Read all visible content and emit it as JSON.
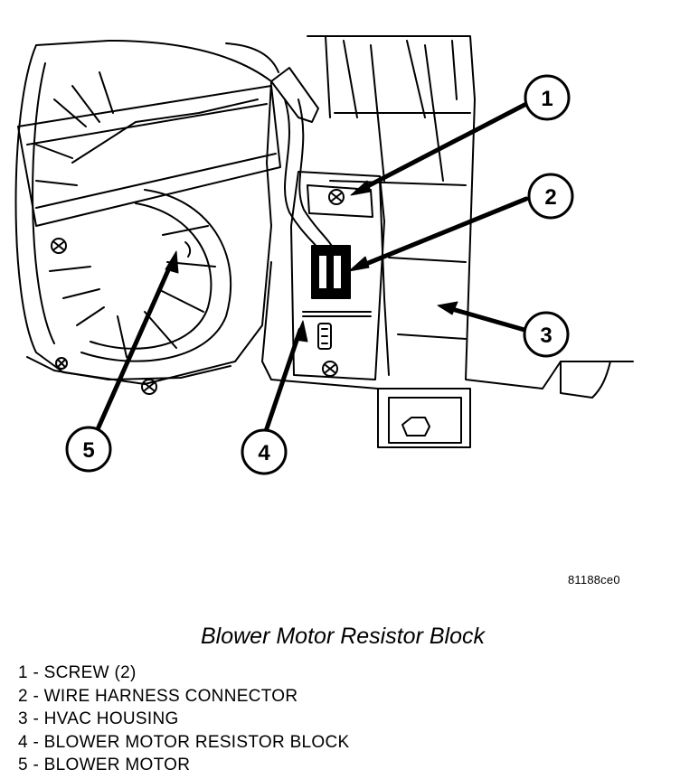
{
  "figure": {
    "id": "81188ce0",
    "caption": "Blower Motor Resistor Block",
    "callouts": [
      {
        "number": "1"
      },
      {
        "number": "2"
      },
      {
        "number": "3"
      },
      {
        "number": "4"
      },
      {
        "number": "5"
      }
    ],
    "legend": [
      {
        "text": "1 - SCREW (2)"
      },
      {
        "text": "2 - WIRE HARNESS CONNECTOR"
      },
      {
        "text": "3 - HVAC HOUSING"
      },
      {
        "text": "4 - BLOWER MOTOR RESISTOR BLOCK"
      },
      {
        "text": "5 - BLOWER MOTOR"
      }
    ]
  }
}
